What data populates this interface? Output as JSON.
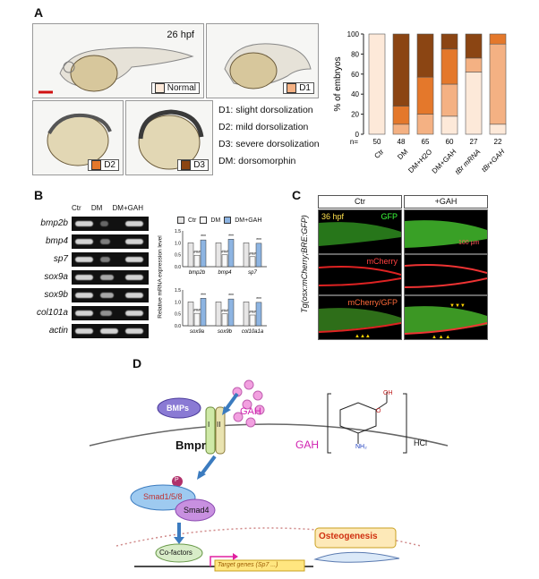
{
  "panel_a": {
    "label": "A",
    "timepoint": "26 hpf",
    "normal_tag": "Normal",
    "d1_tag": "D1",
    "d2_tag": "D2",
    "d3_tag": "D3",
    "definitions": [
      "D1: slight dorsolization",
      "D2: mild dorsolization",
      "D3: severe dorsolization",
      "DM:   dorsomorphin"
    ],
    "colors": {
      "normal": "#fde9d9",
      "d1": "#f4b183",
      "d2": "#e4782b",
      "d3": "#8b4513"
    }
  },
  "chart_data": {
    "type": "bar",
    "stacked": true,
    "ylabel": "% of embryos",
    "ylim": [
      0,
      100
    ],
    "yticks": [
      0,
      20,
      40,
      60,
      80,
      100
    ],
    "categories": [
      "Ctr",
      "DM",
      "DM+H2O",
      "DM+GAH",
      "tBr mRNA",
      "tBr+GAH"
    ],
    "n_label": "n=",
    "n_values": [
      "50",
      "48",
      "65",
      "60",
      "27",
      "22"
    ],
    "series": [
      {
        "name": "Normal",
        "color": "#fde9d9",
        "values": [
          100,
          0,
          0,
          18,
          62,
          10
        ]
      },
      {
        "name": "D1",
        "color": "#f4b183",
        "values": [
          0,
          10,
          20,
          32,
          14,
          80
        ]
      },
      {
        "name": "D2",
        "color": "#e4782b",
        "values": [
          0,
          18,
          37,
          35,
          0,
          10
        ]
      },
      {
        "name": "D3",
        "color": "#8b4513",
        "values": [
          0,
          72,
          43,
          15,
          24,
          0
        ]
      }
    ]
  },
  "panel_b": {
    "label": "B",
    "gel_cols": [
      "Ctr",
      "DM",
      "DM+GAH"
    ],
    "genes": [
      "bmp2b",
      "bmp4",
      "sp7",
      "sox9a",
      "sox9b",
      "col101a",
      "actin"
    ],
    "qpcr_legend": [
      "Ctr",
      "DM",
      "DM+GAH"
    ],
    "qpcr_ylabel": "Relative mRNA expression level",
    "qpcr_top_genes": [
      "bmp2b",
      "bmp4",
      "sp7"
    ],
    "qpcr_bottom_genes": [
      "sox9a",
      "sox9b",
      "col10a1a"
    ],
    "qpcr_ticks": [
      "0.0",
      "0.5",
      "1.0",
      "1.5"
    ],
    "qpcr_top_values": [
      [
        1.0,
        0.48,
        1.12
      ],
      [
        1.0,
        0.5,
        1.15
      ],
      [
        1.0,
        0.42,
        0.98
      ]
    ],
    "qpcr_bottom_values": [
      [
        1.0,
        0.52,
        1.15
      ],
      [
        1.0,
        0.5,
        1.12
      ],
      [
        1.0,
        0.45,
        0.98
      ]
    ],
    "sig_top": "***",
    "sig_hash": "###",
    "colors": {
      "ctr": "#e7e6e6",
      "dm": "#f8f8f8",
      "gah": "#8db4e2"
    }
  },
  "panel_c": {
    "label": "C",
    "col_ctr": "Ctr",
    "col_gah": "+GAH",
    "timepoint": "36 hpf",
    "gfp": "GFP",
    "mcherry": "mCherry",
    "merge": "mCherry/GFP",
    "scale": "100 μm",
    "row_label": "Tg(osx:mCherry;BRE:GFP)"
  },
  "panel_d": {
    "label": "D",
    "bmps": "BMPs",
    "gah": "GAH",
    "receptor_i": "I",
    "receptor_ii": "II",
    "bmpr": "Bmpr",
    "phospho": "P",
    "smad158": "Smad1/5/8",
    "smad4": "Smad4",
    "cofactors": "Co-factors",
    "target": "Target genes (Sp7 ...)",
    "osteogenesis": "Osteogenesis",
    "struct_label": "GAH",
    "hcl": "HCl",
    "oh": "OH",
    "nh2": "NH₂",
    "o": "O"
  }
}
